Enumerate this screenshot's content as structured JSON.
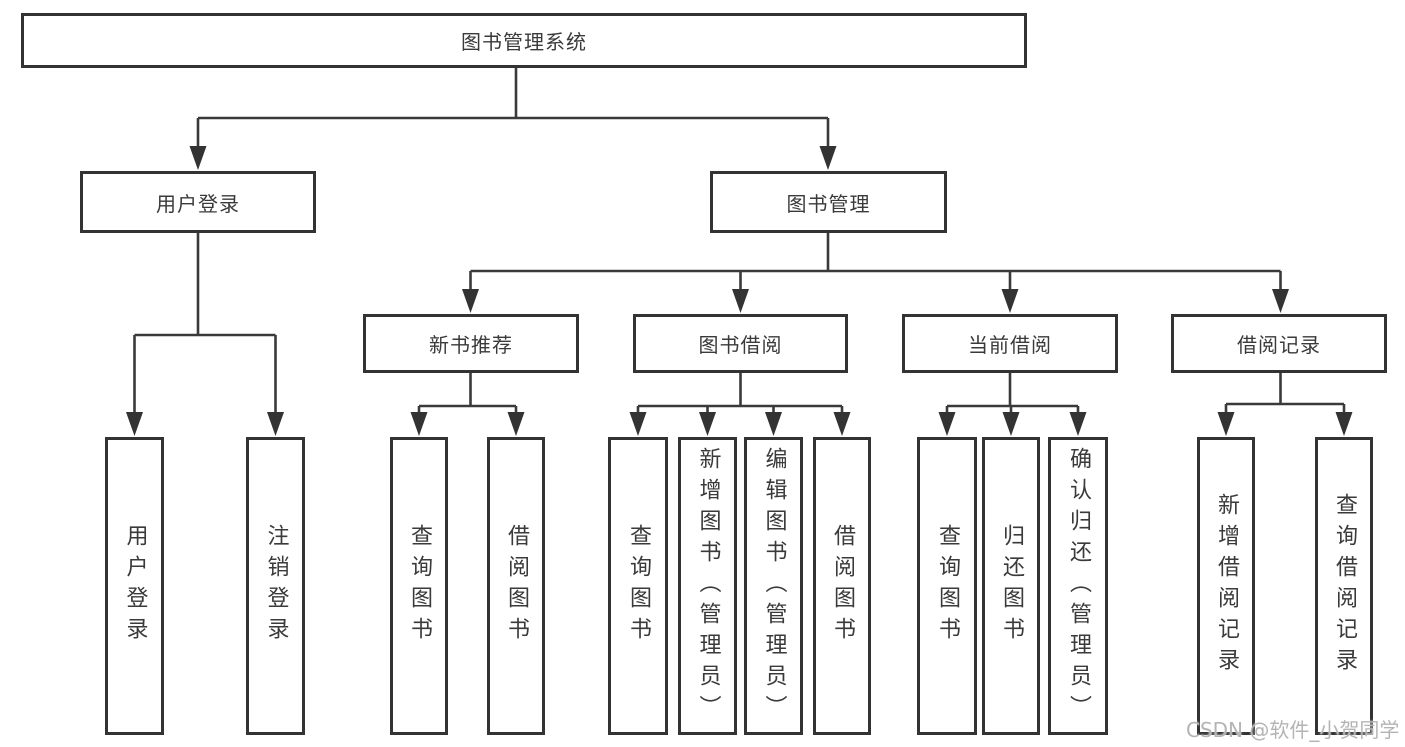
{
  "title": "图书管理系统",
  "branches": [
    {
      "label": "用户登录",
      "children": [
        {
          "label": "用户登录"
        },
        {
          "label": "注销登录"
        }
      ]
    },
    {
      "label": "图书管理",
      "children": [
        {
          "label": "新书推荐",
          "children": [
            {
              "label": "查询图书"
            },
            {
              "label": "借阅图书"
            }
          ]
        },
        {
          "label": "图书借阅",
          "children": [
            {
              "label": "查询图书"
            },
            {
              "label": "新增图书（管理员）"
            },
            {
              "label": "编辑图书（管理员）"
            },
            {
              "label": "借阅图书"
            }
          ]
        },
        {
          "label": "当前借阅",
          "children": [
            {
              "label": "查询图书"
            },
            {
              "label": "归还图书"
            },
            {
              "label": "确认归还（管理员）"
            }
          ]
        },
        {
          "label": "借阅记录",
          "children": [
            {
              "label": "新增借阅记录"
            },
            {
              "label": "查询借阅记录"
            }
          ]
        }
      ]
    }
  ],
  "watermark": "CSDN @软件_小贺同学",
  "colors": {
    "line": "#3a3a3a",
    "box_border": "#333333",
    "box_fill": "#ffffff",
    "text": "#3a3a3a",
    "watermark": "#b4b4b4"
  }
}
